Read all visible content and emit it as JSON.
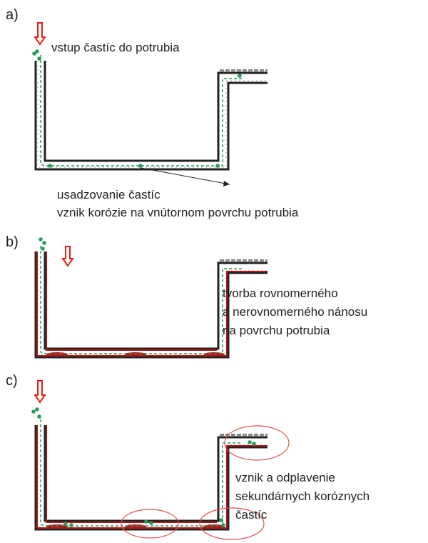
{
  "panels": [
    {
      "label": "a)",
      "texts": [
        "vstup častíc do potrubia",
        "usadzovanie častíc",
        "vznik korózie na vnútornom povrchu potrubia"
      ]
    },
    {
      "label": "b)",
      "texts": [
        "tvorba rovnomerného",
        "a nerovnomerného nánosu",
        "na povrchu potrubia"
      ]
    },
    {
      "label": "c)",
      "texts": [
        "vznik a odplavenie",
        "sekundárnych koróznych",
        "častíc"
      ]
    }
  ],
  "colors": {
    "arrow": "#e02020",
    "flow": "#2a9a5a",
    "deposit": "#b01818",
    "pipe": "#222222",
    "highlight": "#e05050"
  }
}
